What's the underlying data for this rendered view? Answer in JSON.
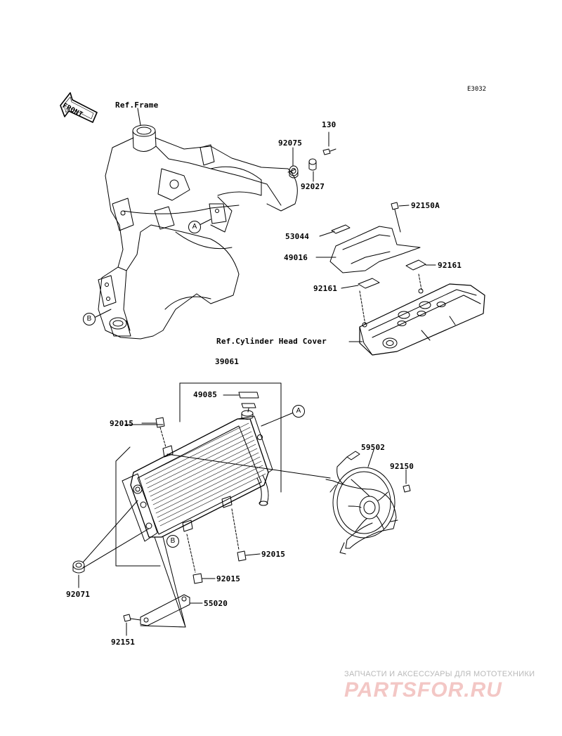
{
  "diagram_code": "E3032",
  "front_label": "FRONT",
  "ref_labels": {
    "frame": "Ref.Frame",
    "cylinder_head_cover": "Ref.Cylinder Head Cover"
  },
  "callouts": {
    "a_top": "A",
    "b_top": "B",
    "a_bottom": "A",
    "b_bottom": "B"
  },
  "parts": {
    "p130": "130",
    "p92075": "92075",
    "p92027": "92027",
    "p92150A": "92150A",
    "p53044": "53044",
    "p49016": "49016",
    "p92161_right": "92161",
    "p92161_left": "92161",
    "p39061": "39061",
    "p49085": "49085",
    "p92015_top": "92015",
    "p59502": "59502",
    "p92150": "92150",
    "p92015_mid": "92015",
    "p92015_low": "92015",
    "p55020": "55020",
    "p92071": "92071",
    "p92151": "92151"
  },
  "watermark": {
    "tagline": "ЗАПЧАСТИ И АКСЕССУАРЫ ДЛЯ МОТОТЕХНИКИ",
    "logo": "PARTSFOR.RU"
  }
}
